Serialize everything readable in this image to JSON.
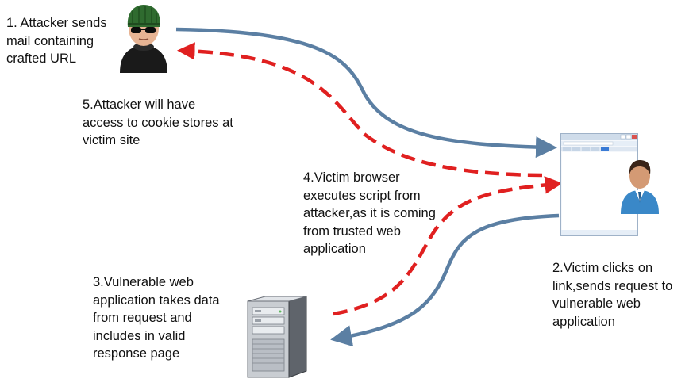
{
  "steps": {
    "step1": "1. Attacker sends\nmail containing\ncrafted URL",
    "step2": "2.Victim clicks on\nlink,sends request to\nvulnerable web\napplication",
    "step3": "3.Vulnerable web\napplication takes data\nfrom request and\nincludes in valid\nresponse page",
    "step4": "4.Victim browser\nexecutes script from\nattacker,as it is coming\nfrom trusted web\napplication",
    "step5": "5.Attacker will have\naccess to cookie stores at\nvictim site"
  },
  "actors": {
    "attacker": "attacker-icon",
    "victim": "victim-user-icon",
    "browser": "browser-window-icon",
    "server": "web-server-icon"
  },
  "colors": {
    "request_arrow": "#5b7fa3",
    "malicious_arrow": "#e02020",
    "text": "#111111"
  }
}
